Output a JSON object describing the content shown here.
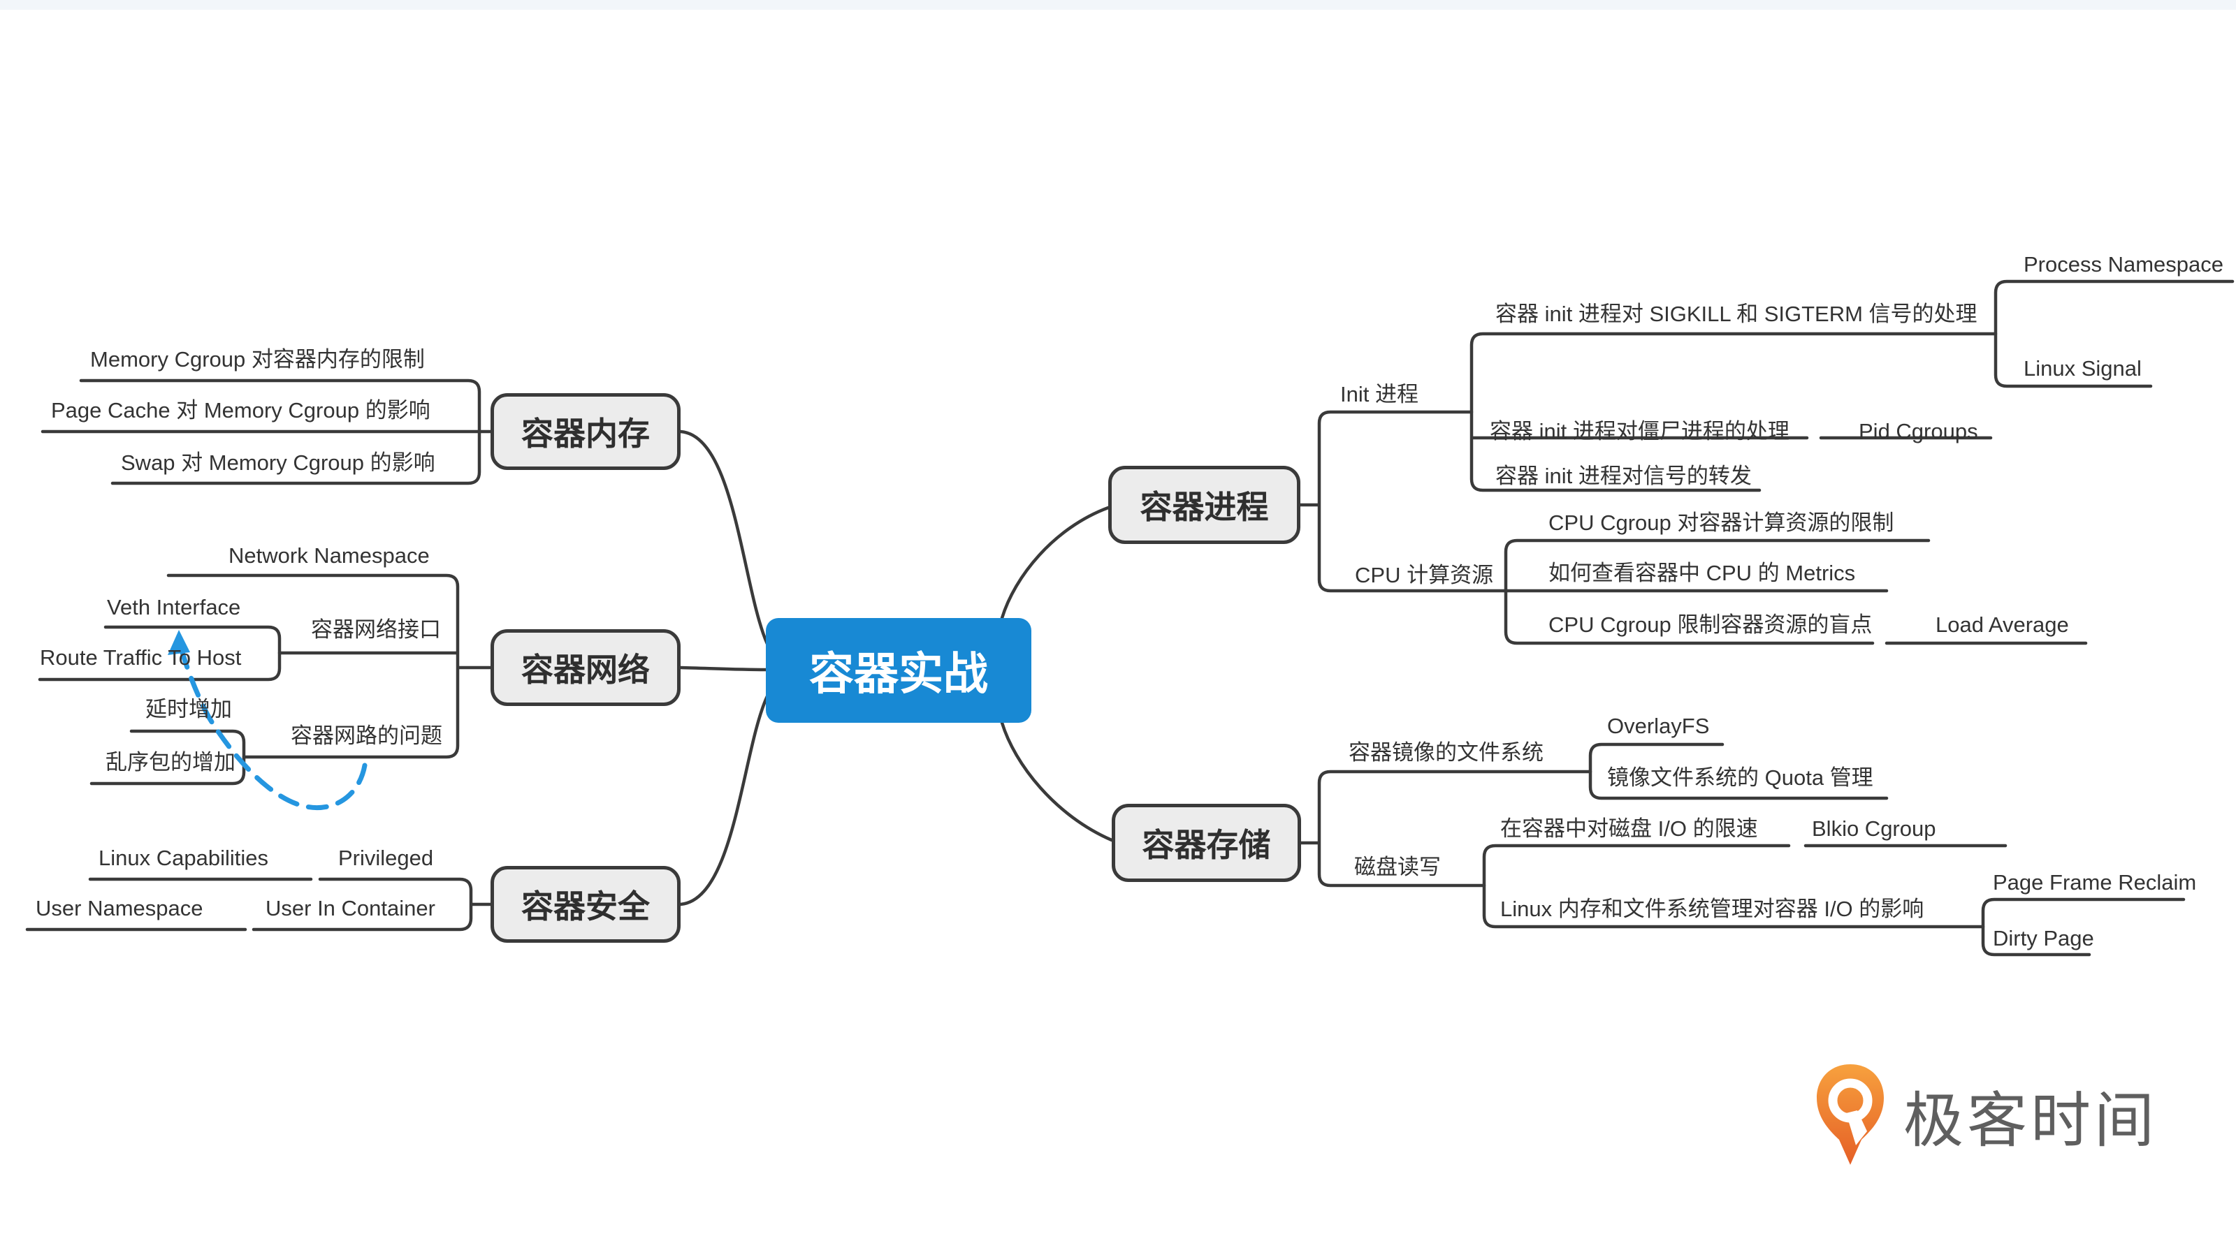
{
  "page": {
    "top_strip_color": "#f2f6fa",
    "background": "#ffffff"
  },
  "map": {
    "center": "容器实战",
    "left": {
      "memory": {
        "title": "容器内存",
        "limit": "Memory Cgroup 对容器内存的限制",
        "pagecache": "Page Cache 对 Memory Cgroup 的影响",
        "swap": "Swap 对 Memory Cgroup 的影响"
      },
      "network": {
        "title": "容器网络",
        "interface": {
          "title": "容器网络接口",
          "namespace": "Network Namespace",
          "veth": "Veth Interface",
          "route": "Route Traffic To Host"
        },
        "problems": {
          "title": "容器网路的问题",
          "latency": "延时增加",
          "out_of_order": "乱序包的增加"
        }
      },
      "security": {
        "title": "容器安全",
        "privileged": "Privileged",
        "linux_capabilities": "Linux Capabilities",
        "user_in_container": "User In Container",
        "user_namespace": "User Namespace"
      }
    },
    "right": {
      "process": {
        "title": "容器进程",
        "init": {
          "title": "Init 进程",
          "sigkill": "容器 init 进程对 SIGKILL 和 SIGTERM 信号的处理",
          "process_namespace": "Process Namespace",
          "linux_signal": "Linux Signal",
          "zombie": "容器 init 进程对僵尸进程的处理",
          "pid_cgroups": "Pid Cgroups",
          "forward": "容器 init 进程对信号的转发"
        },
        "cpu": {
          "title": "CPU 计算资源",
          "limit": "CPU Cgroup 对容器计算资源的限制",
          "metrics": "如何查看容器中 CPU 的 Metrics",
          "blind_spot": "CPU Cgroup 限制容器资源的盲点",
          "load_average": "Load Average"
        }
      },
      "storage": {
        "title": "容器存储",
        "image_fs": {
          "title": "容器镜像的文件系统",
          "overlayfs": "OverlayFS",
          "quota": "镜像文件系统的 Quota 管理"
        },
        "disk_io": {
          "title": "磁盘读写",
          "throttle": "在容器中对磁盘 I/O 的限速",
          "blkio": "Blkio Cgroup",
          "influence": "Linux 内存和文件系统管理对容器 I/O 的影响",
          "page_frame_reclaim": "Page Frame Reclaim",
          "dirty_page": "Dirty Page"
        }
      }
    }
  },
  "annotation": {
    "type": "dashed-arrow",
    "color": "#2596e0",
    "from": "容器网路的问题",
    "to": "Veth Interface"
  },
  "logo": {
    "brand": "极客时间",
    "orange": "#ee7629",
    "text_color": "#5f5f5f"
  },
  "colors": {
    "root_bg": "#1889d4",
    "root_text": "#ffffff",
    "node_bg": "#ececec",
    "node_border": "#3a3a3a",
    "line": "#3a3a3a",
    "text": "#333333"
  }
}
